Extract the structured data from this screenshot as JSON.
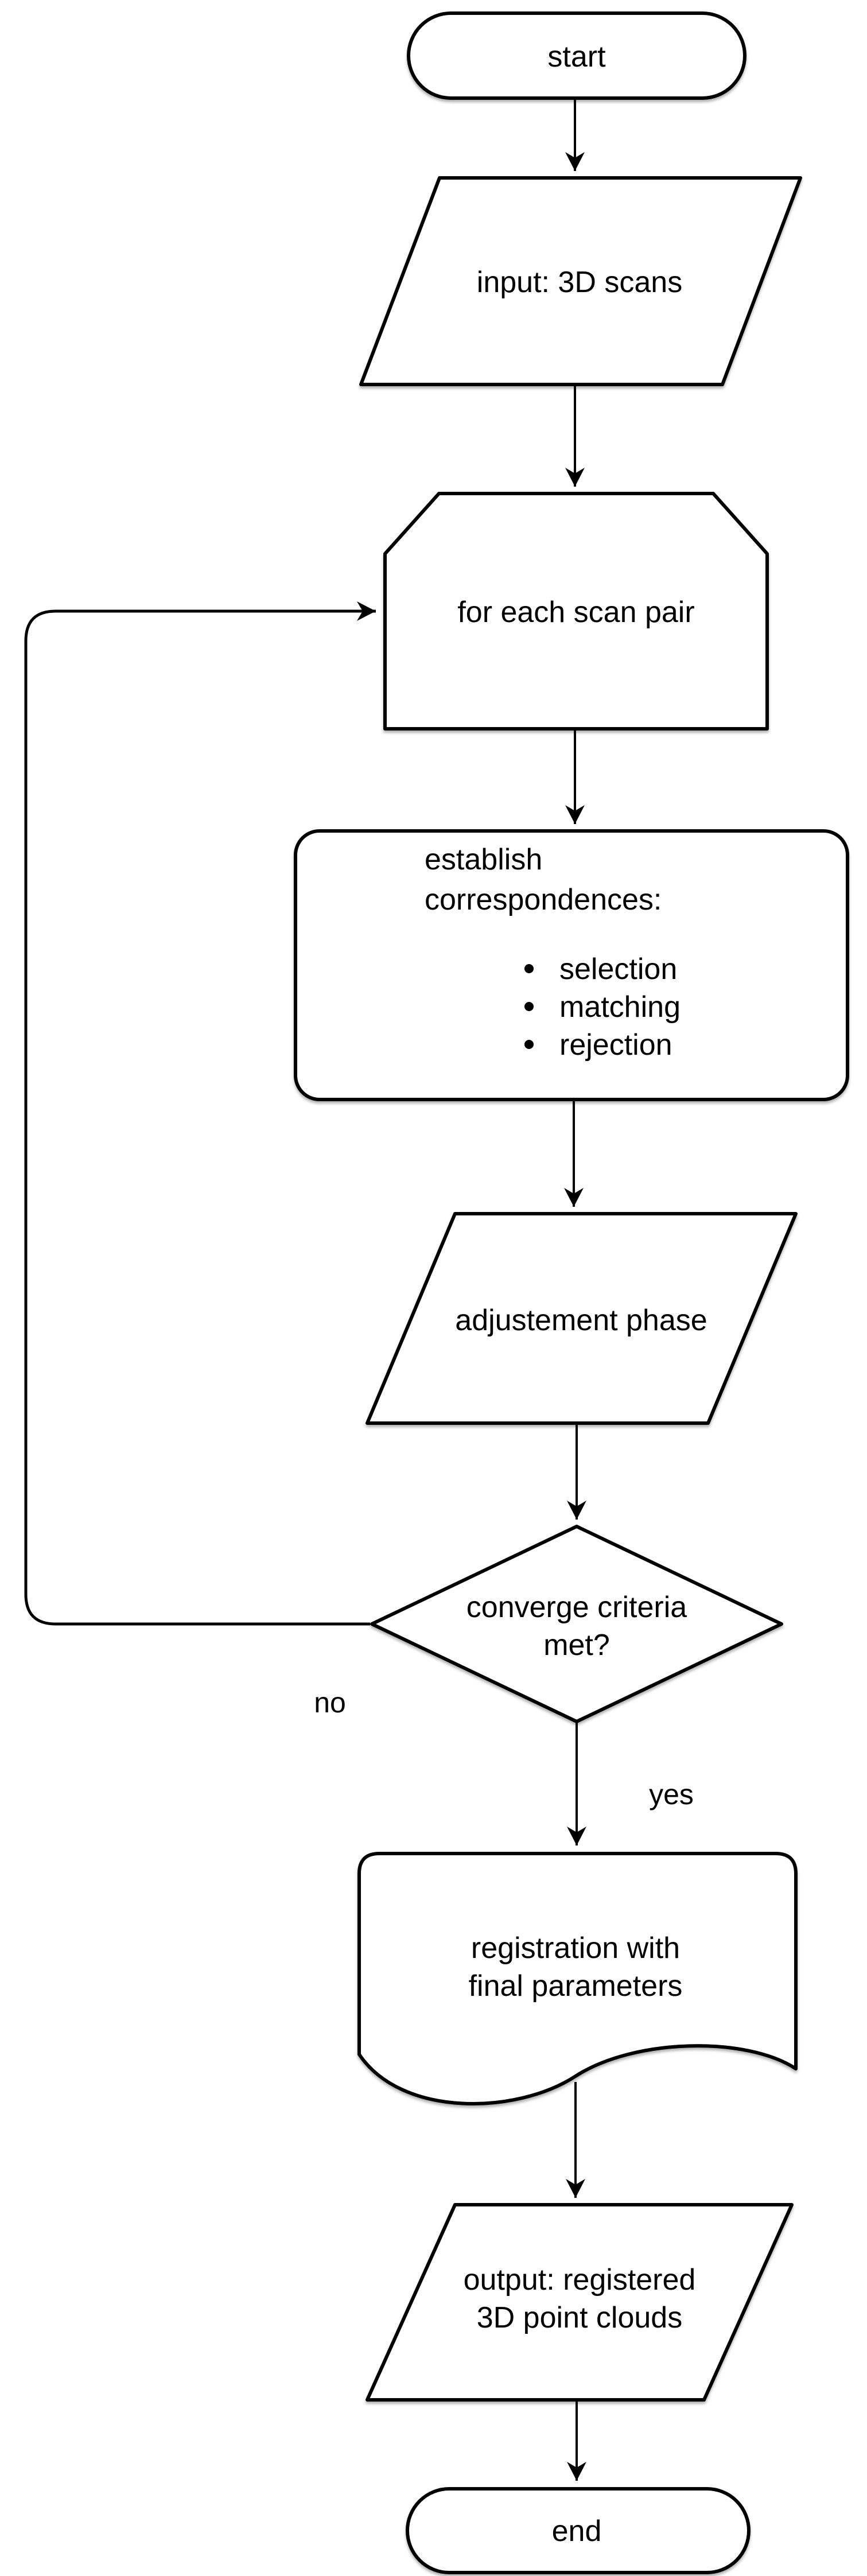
{
  "flowchart": {
    "colors": {
      "background": "#ffffff",
      "shape_fill": "#ffffff",
      "stroke": "#000000",
      "text": "#000000"
    },
    "nodes": {
      "start": {
        "type": "terminator",
        "label": "start"
      },
      "input": {
        "type": "data-parallelogram",
        "label": "input: 3D scans"
      },
      "loop": {
        "type": "loop-limit",
        "label": "for each scan pair"
      },
      "establish": {
        "type": "process",
        "lines": [
          "establish",
          "correspondences:"
        ],
        "bullets": [
          "selection",
          "matching",
          "rejection"
        ]
      },
      "adjust": {
        "type": "data-parallelogram",
        "label": "adjustement phase"
      },
      "decision": {
        "type": "decision",
        "lines": [
          "converge criteria",
          "met?"
        ]
      },
      "register": {
        "type": "document",
        "lines": [
          "registration with",
          "final parameters"
        ]
      },
      "output": {
        "type": "data-parallelogram",
        "lines": [
          "output: registered",
          "3D point clouds"
        ]
      },
      "end": {
        "type": "terminator",
        "label": "end"
      }
    },
    "edge_labels": {
      "no": "no",
      "yes": "yes"
    }
  }
}
